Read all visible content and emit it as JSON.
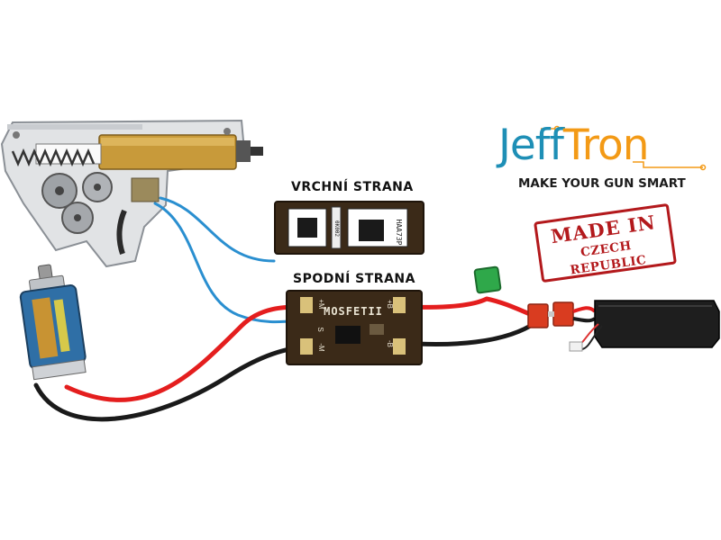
{
  "labels": {
    "top_side": "VRCHNÍ STRANA",
    "bottom_side": "SPODNÍ STRANA"
  },
  "board": {
    "name": "MOSFETII",
    "pad_s": "S",
    "pad_m_minus": "-M",
    "pad_m_plus": "+M",
    "pad_b_plus": "+B",
    "pad_b_minus": "-B"
  },
  "chip": {
    "mark_1": "HAA73P",
    "mark_2": "0K002"
  },
  "logo": {
    "word_start": "Jeff",
    "word_end": "Tron",
    "tagline": "MAKE YOUR GUN SMART"
  },
  "stamp": {
    "line1": "MADE IN",
    "line2": "CZECH REPUBLIC"
  },
  "colors": {
    "wire_red": "#e41e1e",
    "wire_black": "#1a1a1a",
    "wire_blue": "#2a8fd0",
    "pcb": "#3b2a18",
    "brand_blue": "#1e8fb6",
    "brand_orange": "#f39a16",
    "stamp_red": "#b3191c"
  }
}
